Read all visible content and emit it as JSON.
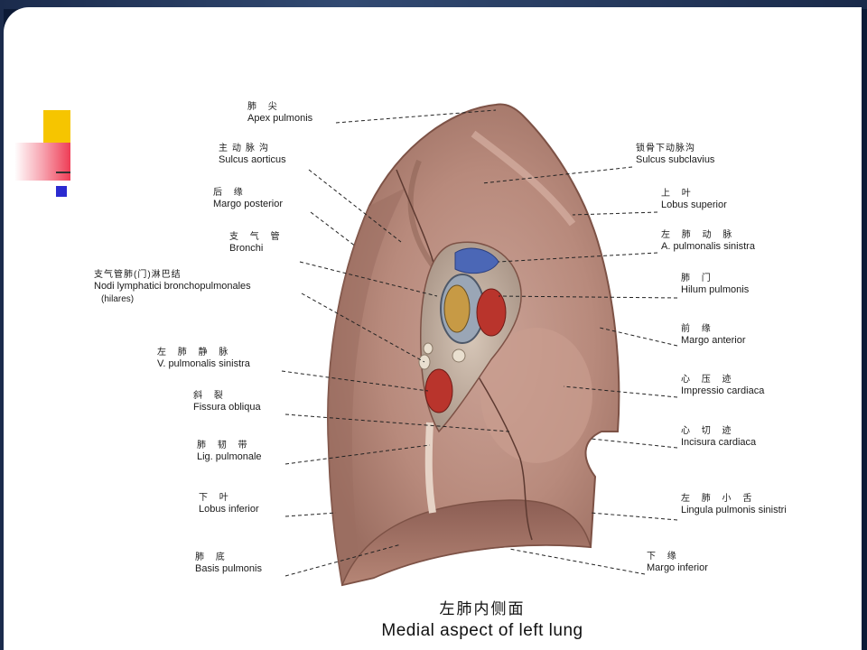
{
  "figure": {
    "caption_zh": "左肺内侧面",
    "caption_en": "Medial aspect of left lung",
    "labels_left": [
      {
        "zh": "肺 尖",
        "la": "Apex pulmonis",
        "extra": ""
      },
      {
        "zh": "主动脉沟",
        "la": "Sulcus aorticus",
        "extra": ""
      },
      {
        "zh": "后 缘",
        "la": "Margo posterior",
        "extra": ""
      },
      {
        "zh": "支 气 管",
        "la": "Bronchi",
        "extra": ""
      },
      {
        "zh": "支气管肺(门)淋巴结",
        "la": "Nodi lymphatici bronchopulmonales",
        "extra": "(hilares)"
      },
      {
        "zh": "左 肺 静 脉",
        "la": "V. pulmonalis sinistra",
        "extra": ""
      },
      {
        "zh": "斜 裂",
        "la": "Fissura obliqua",
        "extra": ""
      },
      {
        "zh": "肺 韧 带",
        "la": "Lig. pulmonale",
        "extra": ""
      },
      {
        "zh": "下 叶",
        "la": "Lobus inferior",
        "extra": ""
      },
      {
        "zh": "肺 底",
        "la": "Basis pulmonis",
        "extra": ""
      }
    ],
    "labels_right": [
      {
        "zh": "锁骨下动脉沟",
        "la": "Sulcus subclavius"
      },
      {
        "zh": "上 叶",
        "la": "Lobus superior"
      },
      {
        "zh": "左 肺 动 脉",
        "la": "A. pulmonalis sinistra"
      },
      {
        "zh": "肺 门",
        "la": "Hilum pulmonis"
      },
      {
        "zh": "前 缘",
        "la": "Margo anterior"
      },
      {
        "zh": "心 压 迹",
        "la": "Impressio cardiaca"
      },
      {
        "zh": "心 切 迹",
        "la": "Incisura cardiaca"
      },
      {
        "zh": "左 肺 小 舌",
        "la": "Lingula pulmonis sinistri"
      },
      {
        "zh": "下 缘",
        "la": "Margo inferior"
      }
    ]
  }
}
